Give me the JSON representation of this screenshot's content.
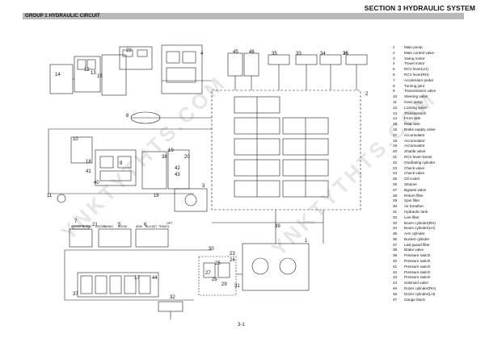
{
  "header": {
    "section_title": "SECTION 3 HYDRAULIC SYSTEM",
    "group_title": "GROUP 1 HYDRAULIC CIRCUIT"
  },
  "footer": {
    "page_number": "3-1"
  },
  "watermark": {
    "text": "YNKTYTHTS.COM"
  },
  "legend": [
    {
      "num": "1",
      "label": "Main pump"
    },
    {
      "num": "2",
      "label": "Main control valve"
    },
    {
      "num": "3",
      "label": "Swing motor"
    },
    {
      "num": "4",
      "label": "Travel motor"
    },
    {
      "num": "5",
      "label": "RCV lever(LH)"
    },
    {
      "num": "6",
      "label": "RCV lever(RH)"
    },
    {
      "num": "7",
      "label": "Accelerator pedal"
    },
    {
      "num": "8",
      "label": "Turning joint"
    },
    {
      "num": "9",
      "label": "Transmission valve"
    },
    {
      "num": "10",
      "label": "Steering valve"
    },
    {
      "num": "11",
      "label": "Gear pump"
    },
    {
      "num": "12",
      "label": "Locking valve"
    },
    {
      "num": "13",
      "label": "Transmission"
    },
    {
      "num": "14",
      "label": "Front axle"
    },
    {
      "num": "15",
      "label": "Rear axle"
    },
    {
      "num": "16",
      "label": "Brake supply valve"
    },
    {
      "num": "17",
      "label": "Accumulator"
    },
    {
      "num": "18",
      "label": "Accumulator"
    },
    {
      "num": "19",
      "label": "Accumulator"
    },
    {
      "num": "20",
      "label": "Shuttle valve"
    },
    {
      "num": "21",
      "label": "RCV lever-Dozer"
    },
    {
      "num": "22",
      "label": "Oscillating cylinder"
    },
    {
      "num": "23",
      "label": "Check valve"
    },
    {
      "num": "24",
      "label": "Check valve"
    },
    {
      "num": "25",
      "label": "Oil cooler"
    },
    {
      "num": "26",
      "label": "Strainer"
    },
    {
      "num": "27",
      "label": "Bypass valve"
    },
    {
      "num": "28",
      "label": "Return filter"
    },
    {
      "num": "29",
      "label": "Spin filter"
    },
    {
      "num": "30",
      "label": "Air breather"
    },
    {
      "num": "31",
      "label": "Hydraulic tank"
    },
    {
      "num": "32",
      "label": "Line filter"
    },
    {
      "num": "33",
      "label": "Boom cylinder(RH)"
    },
    {
      "num": "34",
      "label": "Boom cylinder(LH)"
    },
    {
      "num": "35",
      "label": "Arm cylinder"
    },
    {
      "num": "36",
      "label": "Bucket cylinder"
    },
    {
      "num": "37",
      "label": "Last guard filter"
    },
    {
      "num": "38",
      "label": "Brake valve"
    },
    {
      "num": "39",
      "label": "Pressure switch"
    },
    {
      "num": "40",
      "label": "Pressure switch"
    },
    {
      "num": "41",
      "label": "Pressure switch"
    },
    {
      "num": "42",
      "label": "Pressure switch"
    },
    {
      "num": "43",
      "label": "Pressure switch"
    },
    {
      "num": "44",
      "label": "Solenoid valve"
    },
    {
      "num": "45",
      "label": "Dozer cylinder(RH)"
    },
    {
      "num": "46",
      "label": "Dozer cylinder(LH)"
    },
    {
      "num": "47",
      "label": "Gauge block"
    }
  ],
  "callouts": [
    {
      "id": "c1",
      "text": "1"
    },
    {
      "id": "c2",
      "text": "2"
    },
    {
      "id": "c3",
      "text": "3"
    },
    {
      "id": "c4",
      "text": "4"
    },
    {
      "id": "c5",
      "text": "5"
    },
    {
      "id": "c6",
      "text": "6"
    },
    {
      "id": "c7",
      "text": "7"
    },
    {
      "id": "c8",
      "text": "8"
    },
    {
      "id": "c9",
      "text": "9"
    },
    {
      "id": "c10",
      "text": "10"
    },
    {
      "id": "c11",
      "text": "11"
    },
    {
      "id": "c12",
      "text": "12"
    },
    {
      "id": "c13",
      "text": "13"
    },
    {
      "id": "c14",
      "text": "14"
    },
    {
      "id": "c15",
      "text": "15"
    },
    {
      "id": "c16",
      "text": "16"
    },
    {
      "id": "c17",
      "text": "17"
    },
    {
      "id": "c18",
      "text": "18"
    },
    {
      "id": "c19",
      "text": "19"
    },
    {
      "id": "c20",
      "text": "20"
    },
    {
      "id": "c21",
      "text": "21"
    },
    {
      "id": "c22",
      "text": "22"
    },
    {
      "id": "c23",
      "text": "23"
    },
    {
      "id": "c24",
      "text": "24"
    },
    {
      "id": "c25",
      "text": "25"
    },
    {
      "id": "c26",
      "text": "26"
    },
    {
      "id": "c27",
      "text": "27"
    },
    {
      "id": "c28",
      "text": "28"
    },
    {
      "id": "c29",
      "text": "29"
    },
    {
      "id": "c30",
      "text": "30"
    },
    {
      "id": "c31",
      "text": "31"
    },
    {
      "id": "c32",
      "text": "32"
    },
    {
      "id": "c33",
      "text": "33"
    },
    {
      "id": "c34",
      "text": "34"
    },
    {
      "id": "c35",
      "text": "35"
    },
    {
      "id": "c36",
      "text": "36"
    },
    {
      "id": "c37",
      "text": "37"
    },
    {
      "id": "c38",
      "text": "38"
    },
    {
      "id": "c39",
      "text": "39"
    },
    {
      "id": "c40",
      "text": "40"
    },
    {
      "id": "c41",
      "text": "41"
    },
    {
      "id": "c42",
      "text": "42"
    },
    {
      "id": "c43",
      "text": "43"
    },
    {
      "id": "c44",
      "text": "44"
    },
    {
      "id": "c45",
      "text": "45"
    },
    {
      "id": "c46",
      "text": "46"
    }
  ],
  "small_labels": {
    "dozer_blade": "DOZER BLADE",
    "dozer": "DOZER",
    "swing": "SWING",
    "boom": "BOOM",
    "arm": "ARM",
    "bucket": "BUCKET",
    "travel": "TRAVEL",
    "opt": "OPT"
  }
}
